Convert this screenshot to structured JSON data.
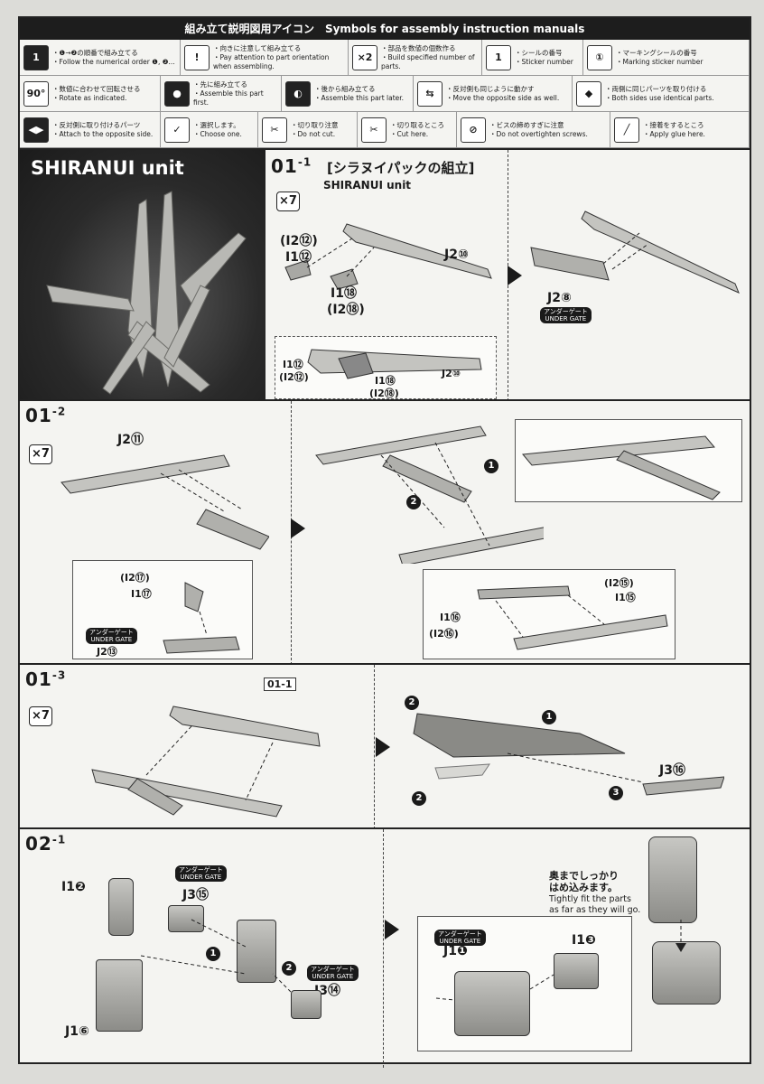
{
  "legend": {
    "title": "組み立て説明図用アイコン　Symbols for assembly instruction manuals",
    "items": [
      {
        "icon": "1",
        "jp": "・❶→❷の順番で組み立てる",
        "en": "・Follow the numerical order ❶, ❷..."
      },
      {
        "icon": "!",
        "jp": "・向きに注意して組み立てる",
        "en": "・Pay attention to part orientation when assembling."
      },
      {
        "icon": "×2",
        "jp": "・部品を数値の個数作る",
        "en": "・Build specified number of parts."
      },
      {
        "icon": "1",
        "jp": "・シールの番号",
        "en": "・Sticker number"
      },
      {
        "icon": "①",
        "jp": "・マーキングシールの番号",
        "en": "・Marking sticker number"
      },
      {
        "icon": "90°",
        "jp": "・数値に合わせて回転させる",
        "en": "・Rotate as indicated."
      },
      {
        "icon": "●",
        "jp": "・先に組み立てる",
        "en": "・Assemble this part first."
      },
      {
        "icon": "◐",
        "jp": "・後から組み立てる",
        "en": "・Assemble this part later."
      },
      {
        "icon": "⇆",
        "jp": "・反対側も同じように動かす",
        "en": "・Move the opposite side as well."
      },
      {
        "icon": "◆",
        "jp": "・両側に同じパーツを取り付ける",
        "en": "・Both sides use identical parts."
      },
      {
        "icon": "◀▶",
        "jp": "・反対側に取り付けるパーツ",
        "en": "・Attach to the opposite side."
      },
      {
        "icon": "✓",
        "jp": "・選択します。",
        "en": "・Choose one."
      },
      {
        "icon": "✂",
        "jp": "・切り取り注意",
        "en": "・Do not cut."
      },
      {
        "icon": "✂",
        "jp": "・切り取るところ",
        "en": "・Cut here."
      },
      {
        "icon": "⊘",
        "jp": "・ビスの締めすぎに注意",
        "en": "・Do not overtighten screws."
      },
      {
        "icon": "╱",
        "jp": "・接着をするところ",
        "en": "・Apply glue here."
      }
    ]
  },
  "hero": {
    "title": "SHIRANUI unit"
  },
  "step_01_1": {
    "label": "01",
    "sub": "1",
    "title": "[シラヌイパックの組立]",
    "subtitle": "SHIRANUI unit",
    "qty": "×7",
    "parts": {
      "i12_alt": "(I2⑫)",
      "i12": "I1⑫",
      "j2_10": "J2⑩",
      "i18": "I1⑱",
      "i18_alt": "(I2⑱)",
      "j2_8": "J2⑧"
    },
    "inset": {
      "i12": "I1⑫",
      "i12_alt": "(I2⑫)",
      "i18": "I1⑱",
      "i18_alt": "(I2⑱)",
      "j2_10": "J2⑩"
    },
    "gate": {
      "jp": "アンダーゲート",
      "en": "UNDER GATE"
    }
  },
  "step_01_2": {
    "label": "01",
    "sub": "2",
    "qty": "×7",
    "parts": {
      "j2_11": "J2⑪",
      "i17_alt": "(I2⑰)",
      "i17": "I1⑰",
      "j2_13": "J2⑬",
      "i15_alt": "(I2⑮)",
      "i15": "I1⑮",
      "i16": "I1⑯",
      "i16_alt": "(I2⑯)"
    },
    "gate": {
      "jp": "アンダーゲート",
      "en": "UNDER GATE"
    },
    "order": [
      "1",
      "2"
    ]
  },
  "step_01_3": {
    "label": "01",
    "sub": "3",
    "qty": "×7",
    "ref": "01-1",
    "parts": {
      "j3_16": "J3⑯"
    },
    "order": [
      "1",
      "2",
      "2",
      "3"
    ]
  },
  "step_02_1": {
    "label": "02",
    "sub": "1",
    "parts": {
      "i12": "I1❷",
      "j1_6": "J1⑥",
      "j3_15": "J3⑮",
      "j3_14": "J3⑭",
      "j1_1": "J1❶",
      "i13": "I1❸"
    },
    "gate": {
      "jp": "アンダーゲート",
      "en": "UNDER GATE"
    },
    "order": [
      "1",
      "2"
    ],
    "note": {
      "jp1": "奥までしっかり",
      "jp2": "はめ込みます。",
      "en1": "Tightly fit the parts",
      "en2": "as far as they will go."
    }
  }
}
